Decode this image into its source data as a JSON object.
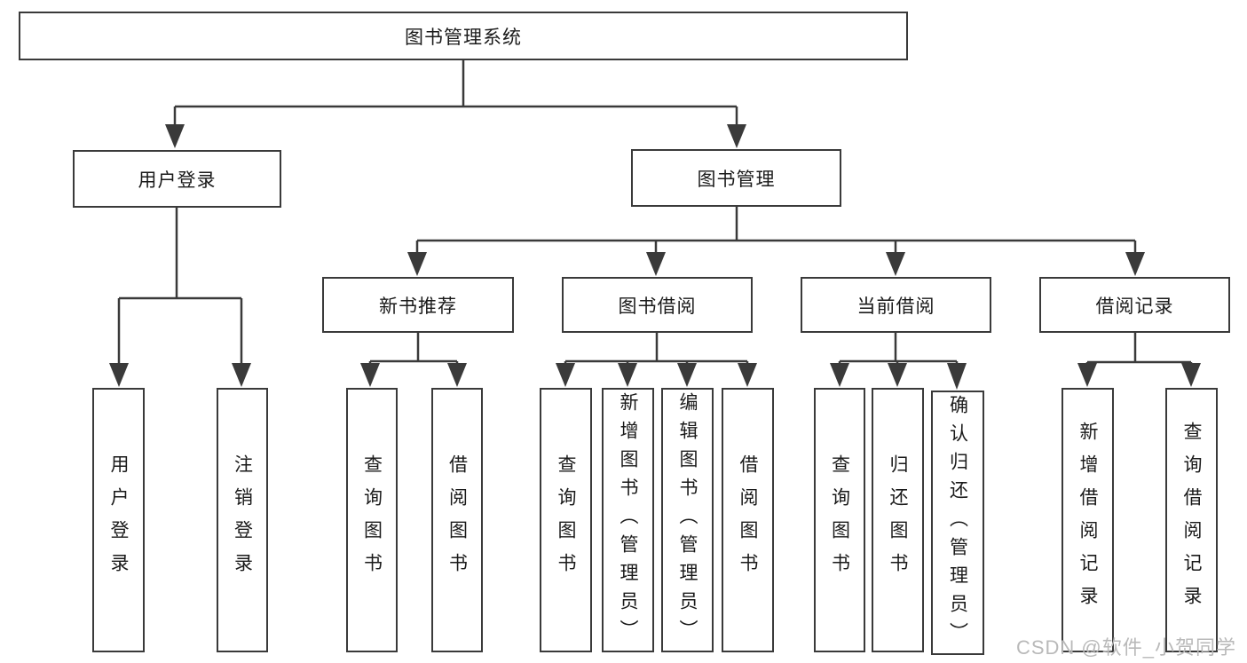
{
  "colors": {
    "page_bg": "#ffffff",
    "box_bg": "#ffffff",
    "line": "#3a3a3a",
    "text": "#1a1a1a",
    "watermark": "#b9b9b9"
  },
  "tree": {
    "label": "图书管理系统",
    "children": [
      {
        "label": "用户登录",
        "children": [
          {
            "label": "用户登录"
          },
          {
            "label": "注销登录"
          }
        ]
      },
      {
        "label": "图书管理",
        "children": [
          {
            "label": "新书推荐",
            "children": [
              {
                "label": "查询图书"
              },
              {
                "label": "借阅图书"
              }
            ]
          },
          {
            "label": "图书借阅",
            "children": [
              {
                "label": "查询图书"
              },
              {
                "label": "新增图书（管理员）"
              },
              {
                "label": "编辑图书（管理员）"
              },
              {
                "label": "借阅图书"
              }
            ]
          },
          {
            "label": "当前借阅",
            "children": [
              {
                "label": "查询图书"
              },
              {
                "label": "归还图书"
              },
              {
                "label": "确认归还（管理员）"
              }
            ]
          },
          {
            "label": "借阅记录",
            "children": [
              {
                "label": "新增借阅记录"
              },
              {
                "label": "查询借阅记录"
              }
            ]
          }
        ]
      }
    ]
  },
  "watermark": "CSDN @软件_小贺同学"
}
